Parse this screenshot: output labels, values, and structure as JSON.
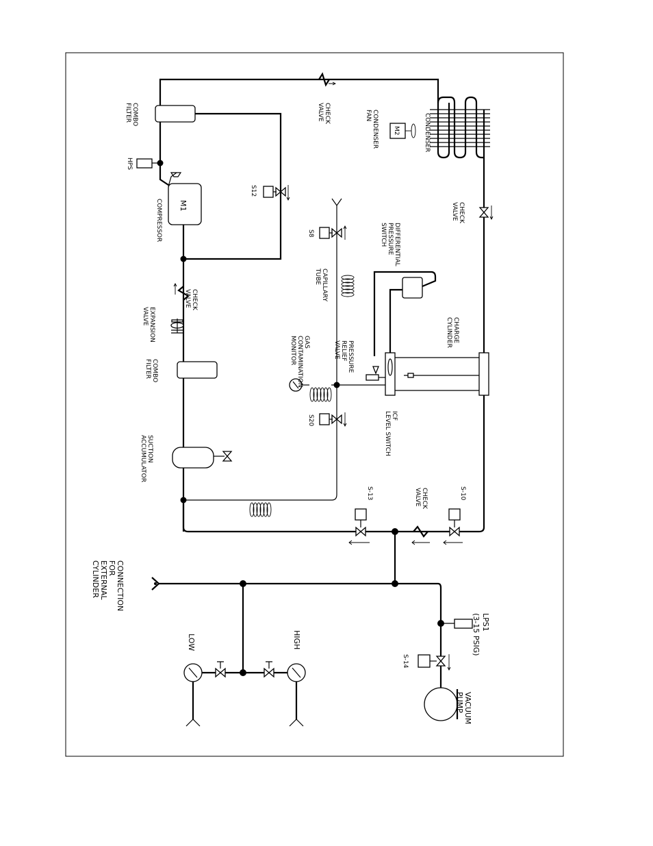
{
  "labels": {
    "combo_filter_top": [
      "COMBO",
      "FILTER"
    ],
    "hps": "HPS",
    "compressor": "COMPRESSOR",
    "m1": "M1",
    "s12": "S12",
    "check_valve_top": [
      "CHECK",
      "VALVE"
    ],
    "condenser_fan": [
      "CONDENSER",
      "FAN"
    ],
    "m2": "M2",
    "condenser": "CONDENSER",
    "check_valve_right": [
      "CHECK",
      "VALVE"
    ],
    "s8": "S8",
    "check_valve_mid": [
      "CHECK",
      "VALVE"
    ],
    "expansion_valve": [
      "EXPANSION",
      "VALVE"
    ],
    "capillary_tube": [
      "CAPILLARY",
      "TUBE"
    ],
    "differential_pressure_switch": [
      "DIFFERENTIAL",
      "PRESSURE",
      "SWITCH"
    ],
    "gas_contamination_monitor": [
      "GAS",
      "CONTAMINATION",
      "MONITOR"
    ],
    "pressure_relief_valve": [
      "PRESSURE",
      "RELIEF",
      "VALVE"
    ],
    "charge_cylinder": [
      "CHARGE",
      "CYLINDER"
    ],
    "combo_filter_mid": [
      "COMBO",
      "FILTER"
    ],
    "s20": "S20",
    "icf_level_switch": [
      "ICF",
      "LEVEL SWITCH"
    ],
    "suction_accumulator": [
      "SUCTION",
      "ACCUMULATOR"
    ],
    "s13": "S-13",
    "check_valve_bottom": [
      "CHECK",
      "VALVE"
    ],
    "s10": "S-10",
    "connection_external_cylinder": [
      "CONNECTION",
      "FOR",
      "EXTERNAL",
      "CYLINDER"
    ],
    "low": "LOW",
    "high": "HIGH",
    "lps1": [
      "LPS1",
      "(3-15 PSIG)"
    ],
    "s14": "S-14",
    "vacuum_pump": [
      "VACUUM",
      "PUMP"
    ]
  }
}
